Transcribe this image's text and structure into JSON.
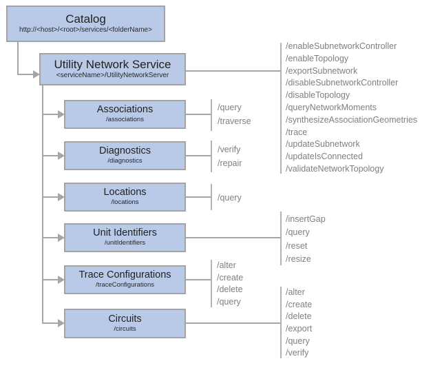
{
  "nodes": {
    "catalog": {
      "title": "Catalog",
      "subtitle": "http://<host>/<root>/services/<folderName>"
    },
    "utility_network_service": {
      "title": "Utility Network Service",
      "subtitle": "<serviceName>/UtilityNetworkServer",
      "ops": [
        "/enableSubnetworkController",
        "/enableTopology",
        "/exportSubnetwork",
        "/disableSubnetworkController",
        "/disableTopology",
        "/queryNetworkMoments",
        "/synthesizeAssociationGeometries",
        "/trace",
        "/updateSubnetwork",
        "/updateIsConnected",
        "/validateNetworkTopology"
      ]
    },
    "associations": {
      "title": "Associations",
      "subtitle": "/associations",
      "ops": [
        "/query",
        "/traverse"
      ]
    },
    "diagnostics": {
      "title": "Diagnostics",
      "subtitle": "/diagnostics",
      "ops": [
        "/verify",
        "/repair"
      ]
    },
    "locations": {
      "title": "Locations",
      "subtitle": "/locations",
      "ops": [
        "/query"
      ]
    },
    "unit_identifiers": {
      "title": "Unit Identifiers",
      "subtitle": "/unitIdentifiers",
      "ops": [
        "/insertGap",
        "/query",
        "/reset",
        "/resize"
      ]
    },
    "trace_configurations": {
      "title": "Trace Configurations",
      "subtitle": "/traceConfigurations",
      "ops": [
        "/alter",
        "/create",
        "/delete",
        "/query"
      ]
    },
    "circuits": {
      "title": "Circuits",
      "subtitle": "/circuits",
      "ops": [
        "/alter",
        "/create",
        "/delete",
        "/export",
        "/query",
        "/verify"
      ]
    }
  },
  "colors": {
    "box_fill": "#b9cae8",
    "box_border": "#a3a3a3",
    "connector": "#a6a6a6",
    "bracket": "#b3b3b3",
    "ops_text": "#7f7f7f",
    "box_text": "#1f1f1f",
    "background": "#ffffff"
  }
}
